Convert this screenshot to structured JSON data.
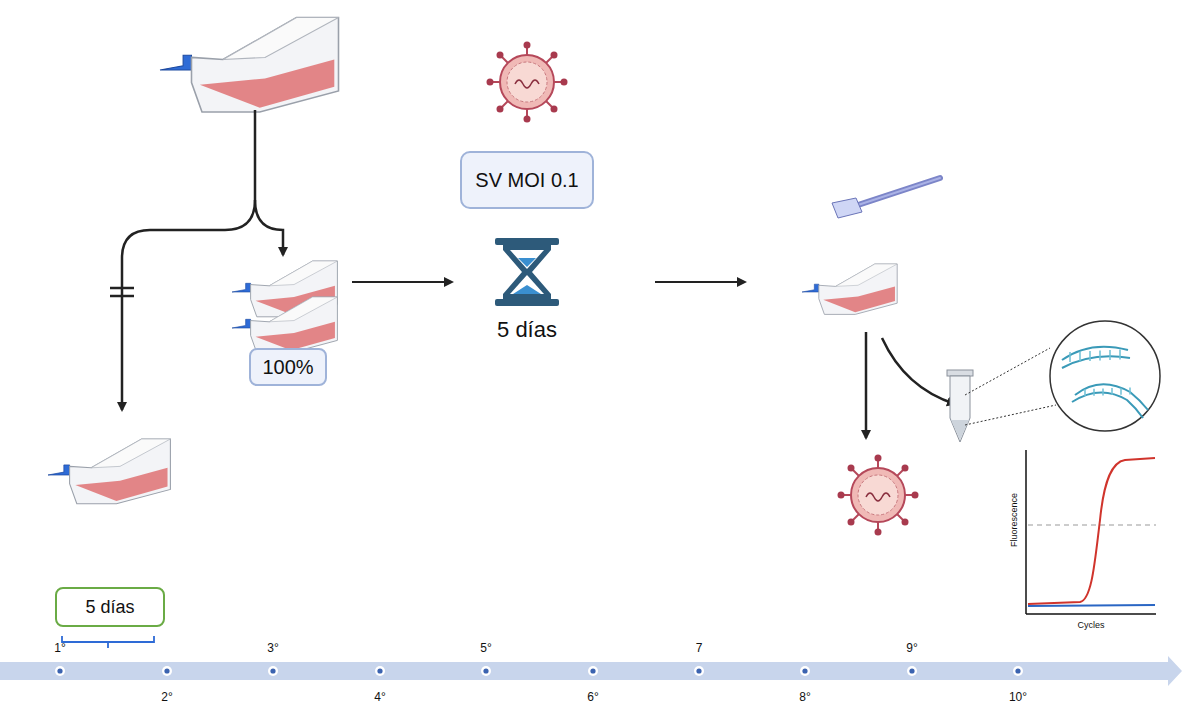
{
  "diagram": {
    "nodes": [
      {
        "text": [
          "SV MOI 0.1"
        ]
      },
      {
        "text": [
          "100%"
        ]
      },
      {
        "text": [
          "5 días"
        ]
      }
    ],
    "labels": [
      "5 días",
      "Fluorescence",
      "Cycles",
      "1°",
      "2°",
      "3°",
      "4°",
      "5°",
      "6°",
      "7",
      "8°",
      "9°",
      "10°"
    ]
  }
}
